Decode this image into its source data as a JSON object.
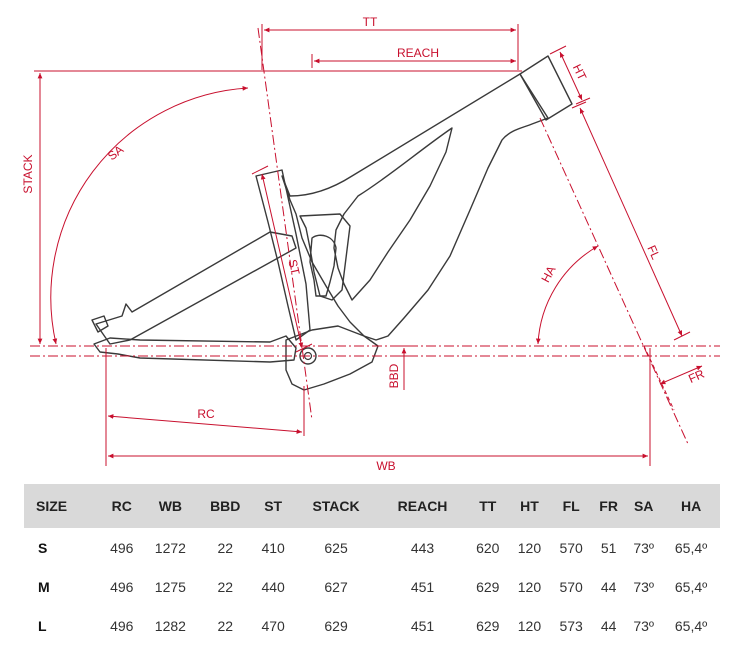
{
  "labels": {
    "tt": "TT",
    "reach": "REACH",
    "ht": "HT",
    "stack": "STACK",
    "sa": "SA",
    "st": "ST",
    "ha": "HA",
    "fl": "FL",
    "fr": "FR",
    "bbd": "BBD",
    "rc": "RC",
    "wb": "WB"
  },
  "table": {
    "headers": [
      "SIZE",
      "RC",
      "WB",
      "BBD",
      "ST",
      "STACK",
      "REACH",
      "TT",
      "HT",
      "FL",
      "FR",
      "SA",
      "HA"
    ],
    "rows": [
      [
        "S",
        "496",
        "1272",
        "22",
        "410",
        "625",
        "443",
        "620",
        "120",
        "570",
        "51",
        "73º",
        "65,4º"
      ],
      [
        "M",
        "496",
        "1275",
        "22",
        "440",
        "627",
        "451",
        "629",
        "120",
        "570",
        "44",
        "73º",
        "65,4º"
      ],
      [
        "L",
        "496",
        "1282",
        "22",
        "470",
        "629",
        "451",
        "629",
        "120",
        "573",
        "44",
        "73º",
        "65,4º"
      ]
    ]
  },
  "colors": {
    "dimension": "#c8102e",
    "frame": "#3a3a3a",
    "header_bg": "#d9d9d9"
  }
}
